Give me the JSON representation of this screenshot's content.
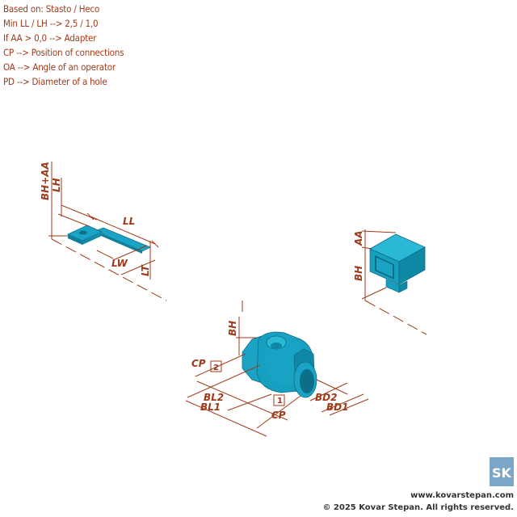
{
  "notes": [
    "Based on: Stasto / Heco",
    "Min LL / LH --> 2,5 / 1,0",
    "If AA > 0,0 --> Adapter",
    "CP --> Position of connections",
    "OA --> Angle of an operator",
    "PD --> Diameter of a hole"
  ],
  "handle_dims": {
    "bh_aa": "BH+AA",
    "lh": "LH",
    "ll": "LL",
    "lw": "LW",
    "lt": "LT"
  },
  "adapter_dims": {
    "aa": "AA",
    "bh": "BH"
  },
  "valve_dims": {
    "bh": "BH",
    "cp_top": "CP",
    "cp_top_box": "2",
    "bl2": "BL2",
    "bl1": "BL1",
    "cp_bottom": "CP",
    "cp_bottom_box": "1",
    "bd2": "BD2",
    "bd1": "BD1"
  },
  "footer": {
    "url": "www.kovarstepan.com",
    "copyright": "© 2025 Kovar Stepan. All rights reserved."
  },
  "colors": {
    "model": "#1aa3c4",
    "model_dark": "#0f7f9a",
    "dimension": "#a03a1a"
  },
  "logo": {
    "letters": "SK"
  }
}
